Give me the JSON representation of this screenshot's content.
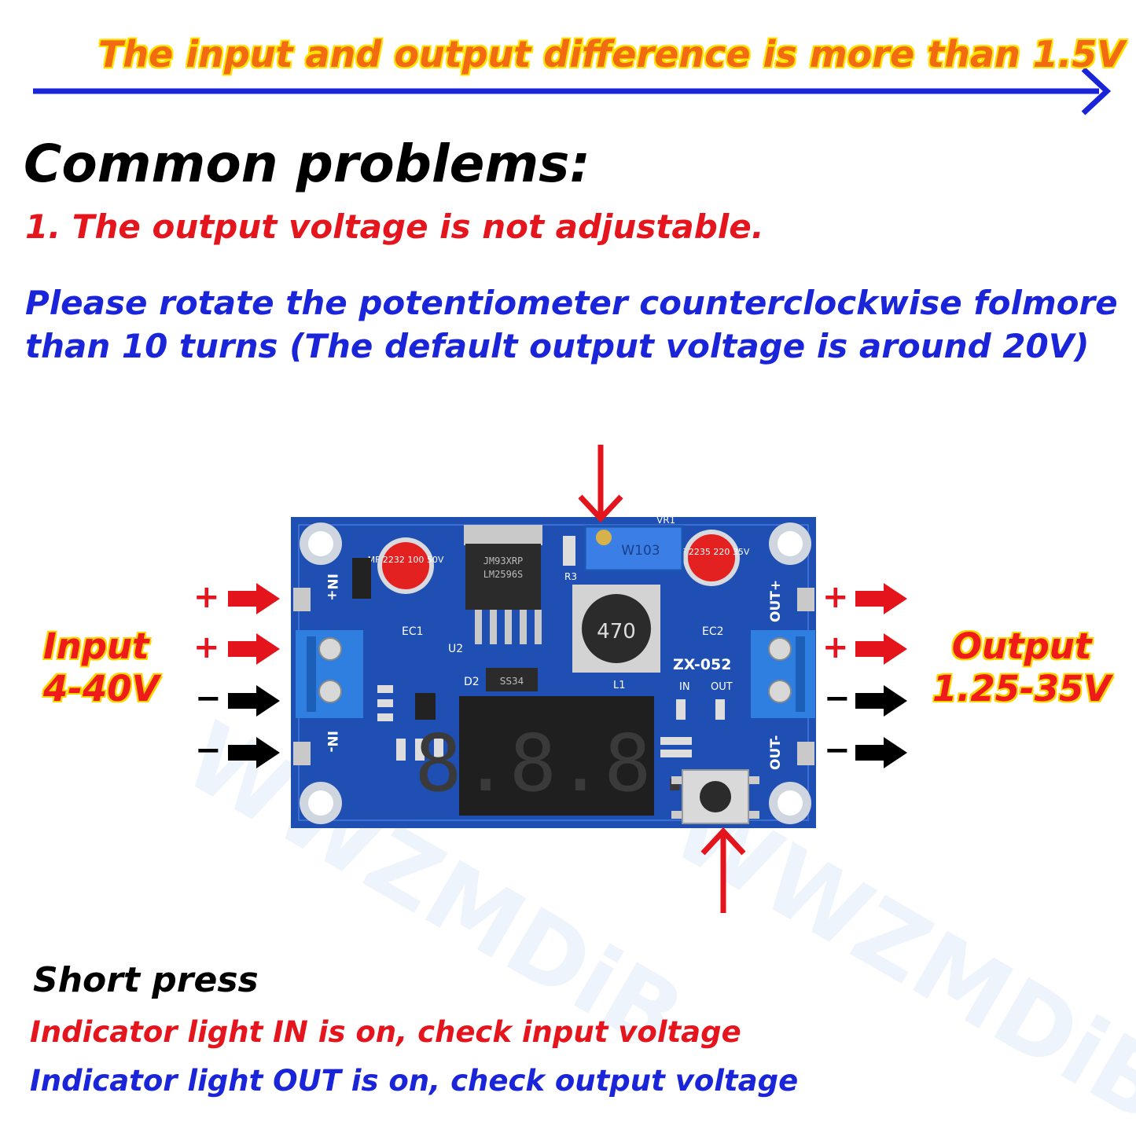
{
  "header": {
    "difference_note": "The input and output difference is more than 1.5V",
    "heading": "Common problems:",
    "problem_1": "1. The output voltage is not adjustable.",
    "solution_1": "Please rotate the potentiometer counterclockwise folmore than 10 turns (The default output voltage is around 20V)"
  },
  "labels": {
    "input_title": "Input",
    "input_range": "4-40V",
    "output_title": "Output",
    "output_range": "1.25-35V",
    "plus": "+",
    "minus": "−"
  },
  "board": {
    "pot_text": "W103",
    "inductor_text": "470",
    "chip_line1": "JM93XRP",
    "chip_line2": "LM2596S",
    "cap1_text": "MF 2232 100 50V",
    "cap2_text": "MF 2235 220 35V",
    "model": "ZX-052",
    "in_led": "IN",
    "out_led": "OUT",
    "in_plus": "IN+",
    "in_minus": "IN-",
    "out_plus": "OUT+",
    "out_minus": "OUT-",
    "ec1": "EC1",
    "ec2": "EC2",
    "u2": "U2",
    "d2": "D2",
    "diode": "SS34",
    "vr1": "VR1",
    "l1": "L1",
    "r3": "R3",
    "display": "8.8.8."
  },
  "footer": {
    "short_press": "Short press",
    "indicator_in": "Indicator light IN is on, check input voltage",
    "indicator_out": "Indicator light OUT is on, check output voltage"
  },
  "watermark": "WWZMDiB",
  "colors": {
    "board_blue": "#1f4fb3",
    "terminal_blue": "#2f7fe0",
    "arrow_red": "#e3141c",
    "arrow_blue": "#1a24d8",
    "arrow_black": "#000000"
  }
}
